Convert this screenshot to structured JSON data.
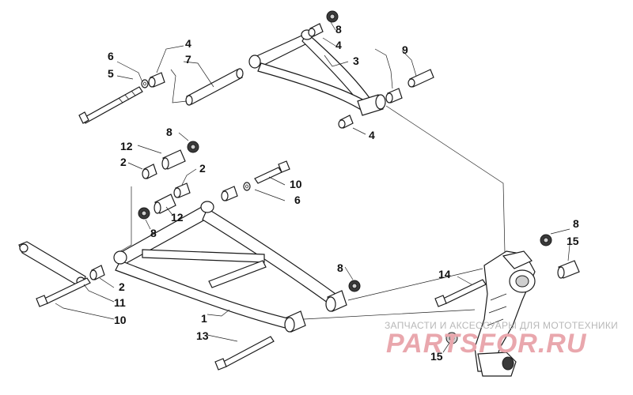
{
  "watermark": {
    "tagline": "ЗАПЧАСТИ И АКСЕССУАРЫ ДЛЯ МОТОТЕХНИКИ",
    "brand": "PARTSFOR.RU",
    "brand_color": "#e9a7ad"
  },
  "callouts": {
    "upper_6": "6",
    "upper_5": "5",
    "upper_4_left": "4",
    "upper_7": "7",
    "upper_8": "8",
    "upper_4_right": "4",
    "upper_3": "3",
    "upper_9": "9",
    "upper_4_bottom": "4",
    "lower_8_top": "8",
    "lower_12_top": "12",
    "lower_2_left": "2",
    "lower_2_mid": "2",
    "lower_10_right": "10",
    "lower_6_right": "6",
    "lower_12_mid": "12",
    "lower_8_left": "8",
    "lower_2_bottom": "2",
    "lower_11": "11",
    "lower_10_bottom": "10",
    "lower_1": "1",
    "lower_13": "13",
    "lower_8_right": "8",
    "knuckle_8": "8",
    "knuckle_15_top": "15",
    "knuckle_14": "14",
    "knuckle_15_bottom": "15"
  }
}
